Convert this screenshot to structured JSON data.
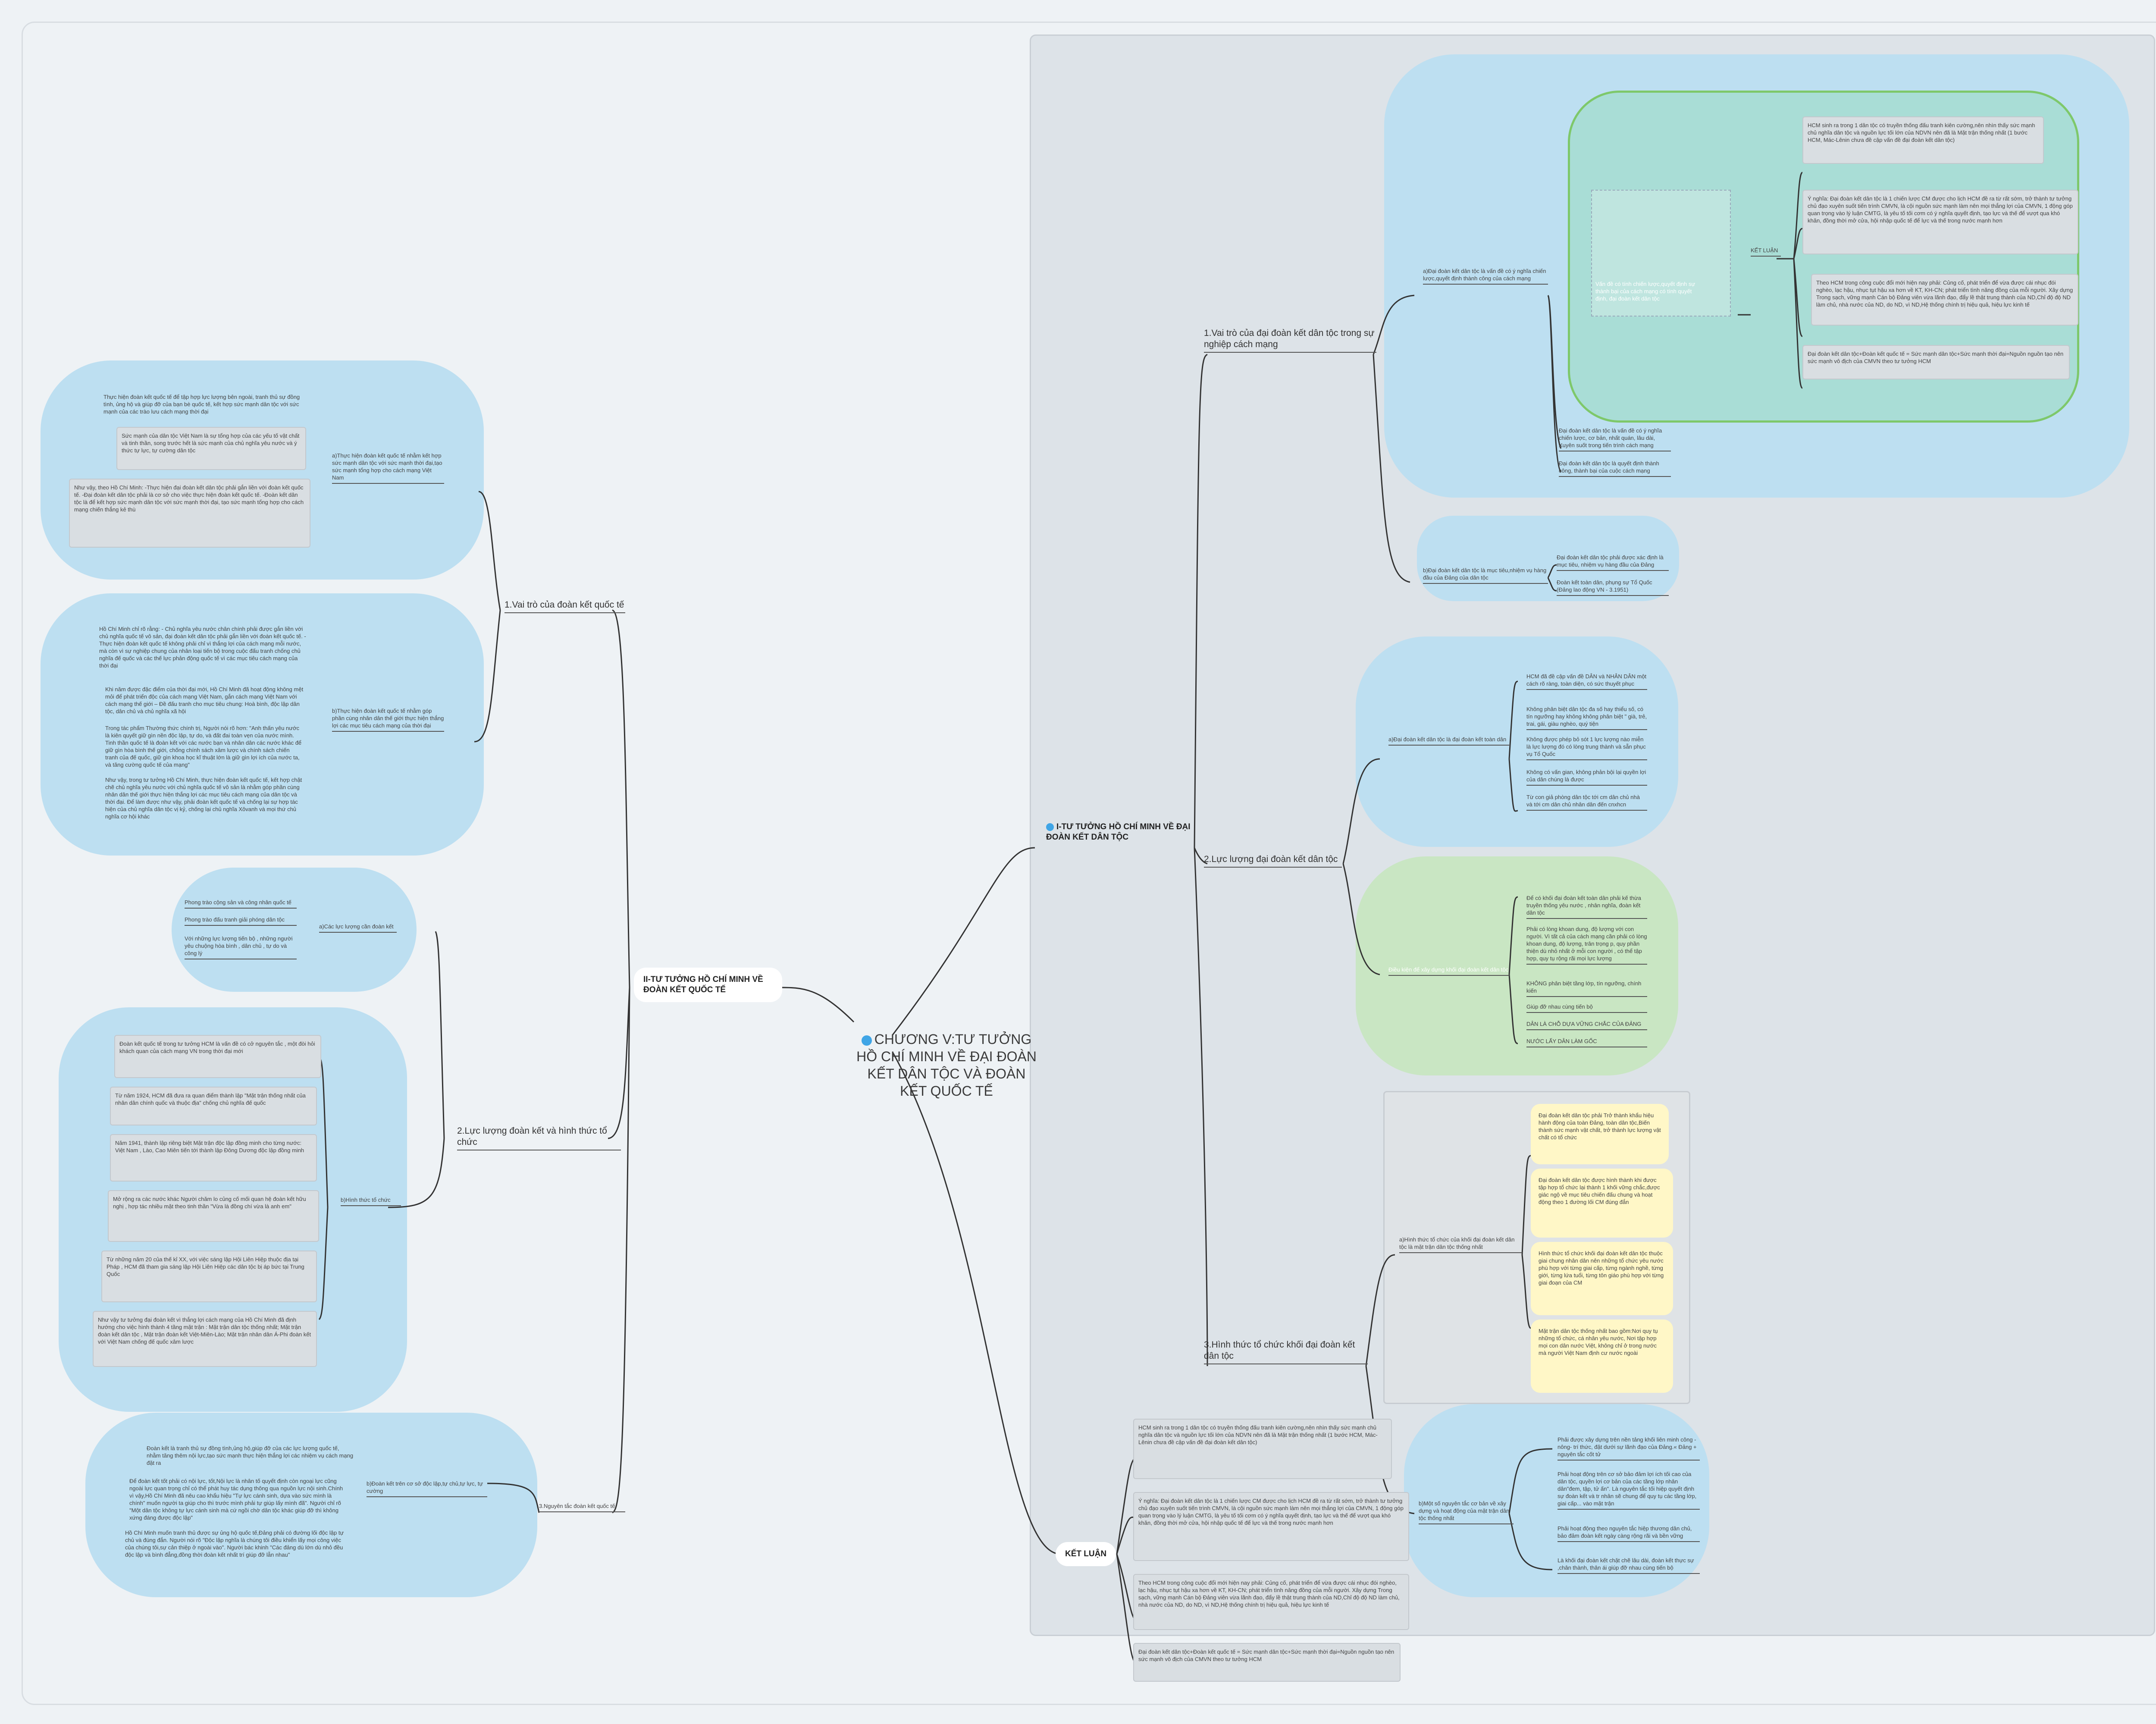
{
  "root": {
    "title": "CHƯƠNG V:TƯ TƯỞNG HỒ CHÍ MINH VỀ ĐẠI ĐOÀN KẾT DÂN TỘC VÀ ĐOÀN KẾT QUỐC TẾ"
  },
  "sec1": {
    "title": "I-TƯ TƯỞNG HỒ CHÍ MINH VỀ ĐẠI ĐOÀN KẾT DÂN TỘC",
    "b1": {
      "label": "1.Vai trò của đại đoàn kết dân tộc trong sự nghiệp cách mạng",
      "a": "a)Đại đoàn kết dân tộc là vấn đề có ý nghĩa chiến lược,quyết định thành công của cách mạng",
      "img": "Vấn đề có tính chiến lược,quyết định sự thành bại của cách mạng có tính quyết định, đại đoàn kết dân tộc",
      "ketluan": "KẾT LUẬN",
      "k1": "HCM sinh ra trong 1 dân tộc có truyền thống đấu tranh kiên cường,nên nhìn thấy sức mạnh chủ nghĩa dân tộc và nguồn lực tối lớn của NDVN nên đã là Mặt trận thống nhất (1 bước HCM, Mác-Lênin chưa đề cập vấn đề đại đoàn kết dân tộc)",
      "k2": "Ý nghĩa: Đại đoàn kết dân tộc là 1 chiến lược CM được cho lịch HCM đề ra từ rất sớm, trở thành tư tưởng chủ đạo xuyên suốt tiến trình CMVN, là cội nguồn sức mạnh làm nên mọi thắng lợi của CMVN, 1 động góp quan trọng vào lý luận CMTG, là yêu tố tối cơm có ý nghĩa quyết định, tạo lực và thế để vượt qua khó khăn, đồng thời mở cửa, hội nhập quốc tế để lực và thế trong nước mạnh hơn",
      "k3": "Theo HCM trong công cuộc đổi mới hiện nay phải: Củng cố, phát triển để vừa được cái nhục đói nghèo, lạc hậu, nhục tụt hậu xa hơn về KT, KH-CN; phát triển tình năng đồng của mỗi người. Xây dựng Trong sạch, vững mạnh Cán bộ Đảng viên vừa lãnh đạo, đẩy lề thật trung thành của ND,Chỉ độ độ ND làm chủ, nhà nước của ND, do ND, vì ND,Hệ thống chính trị hiệu quả, hiệu lực kinh tế",
      "k4": "Đại đoàn kết dân tộc+Đoàn kết quốc tế = Sức mạnh dân tộc+Sức mạnh thời đại=Nguồn nguồn tạo nên sức mạnh vô địch của CMVN theo tư tưởng HCM",
      "s1": "Đại đoàn kết dân tộc là vấn đề có ý nghĩa chiến lược, cơ bản, nhất quán, lâu dài, Xuyên suốt trong tiến trình cách mạng",
      "s2": "Đại đoàn kết dân tộc là quyết định thành công, thành bại của cuộc cách mạng",
      "b": "b)Đại đoàn kết dân tộc là mục tiêu,nhiệm vụ hàng đầu của Đảng của dân tộc",
      "b1": "Đại đoàn kết dân tộc phải được xác định là mục tiêu, nhiệm vụ hàng đầu của Đảng",
      "b2": "Đoàn kết toàn dân, phụng sự Tổ Quốc (Đảng lao động VN - 3.1951)"
    },
    "b2": {
      "label": "2.Lực lượng đại đoàn kết dân tộc",
      "a": "a)Đại đoàn kết dân tộc là đại đoàn kết toàn dân",
      "a1": "HCM đã đề cập vấn đề DÂN và NHÂN DÂN một cách rõ ràng, toàn diện, có sức thuyết phục",
      "a2": "Không phân biệt dân tộc đa số hay thiểu số, có tín ngưỡng hay không không phân biệt \" già, trẻ, trai, gái, giàu nghèo, quý tiện",
      "a3": "Không được phép bỏ sót 1 lực lượng nào miễn là lực lượng đó có lòng trung thành và sẵn phục vụ Tổ Quốc",
      "a4": "Không có vấn gian, không phản bội lại quyền lợi của dân chúng là được",
      "a5": "Từ con giả phòng dân tộc tới cm dân chủ nhà và tới cm dân chủ nhân dân đến cnxhcn",
      "c": "Điều kiện để xây dựng khối đại đoàn kết dân tộc",
      "c1": "Để có khối đại đoàn kết toàn dân phải kế thừa truyền thống yêu nước , nhân nghĩa, đoàn kết dân tộc",
      "c2": "Phải có lòng khoan dung, độ lượng với con người. Vì tất cả của cách mạng cần phải có lòng khoan dung, độ lượng, trân trọng p, quy phần thiện dù nhỏ nhất ở mỗi con người , có thể tập hợp, quy tụ rộng rãi mọi lực lượng",
      "c3": "KHÔNG phân biệt tầng lớp, tín ngưỡng, chính kiến",
      "c4": "Giúp đỡ nhau cùng tiến bộ",
      "c5": "DÂN LÀ CHỖ DỰA VỮNG CHẮC CỦA ĐẢNG",
      "c6": "NƯỚC LẤY DÂN LÀM GỐC"
    },
    "b3": {
      "label": "3.Hình thức tổ chức khối đại đoàn kết dân tộc",
      "a": "a)Hình thức tổ chức của khối đại đoàn kết dân tộc là mặt trận dân tộc thống nhất",
      "y1": "Đại đoàn kết dân tộc phải Trở thành khẩu hiệu hành động của toàn Đảng, toàn dân tộc,Biến thành sức mạnh vật chất, trở thành lực lượng vật chất có tổ chức",
      "y2": "Đại đoàn kết dân tộc được hình thành khi được tập hợp tổ chức lại thành 1 khối vững chắc,được giác ngộ về mục tiêu chiến đấu chung và hoạt động theo 1 đường lối CM đúng đắn",
      "y3": "Hình thức tổ chức khối đại đoàn kết dân tộc thuộc giai chung nhân dân nên những tổ chức yêu nước phù hợp với từng giai cấp, từng ngành nghề, từng giới, từng lứa tuổi, từng tôn giáo phù hợp với từng giai đoạn của CM",
      "y4": "Mặt trận dân tộc thống nhất bao gồm:Nơi quy tụ những tổ chức, cá nhân yêu nước, Nơi tập hợp mọi con dân nước Việt, không chỉ ở trong nước mà người Việt Nam định cư nước ngoài",
      "b": "b)Một số nguyên tắc cơ bản về xây dựng và hoạt động của mặt trận dân tộc thống nhất",
      "b1": "Phải được xây dựng trên nền tảng khối liên minh công -nông- trí thức, đặt dưới sự lãnh đạo của Đảng.« Đảng + nguyên tắc cốt tử",
      "b2": "Phải hoạt động trên cơ sở bảo đảm lợi ích tối cao của dân tộc, quyền lợi cơ bản của các tầng lớp nhân dân\"đem, tập, tử ấn\". Là nguyên tắc tối hiệp quyết định sự đoàn kết và tr nhân sẽ chung để quy tụ các tầng lớp, giai cấp... vào mặt trận",
      "b3": "Phải hoạt động theo nguyên tắc hiệp thương dân chủ, bảo đảm đoàn kết ngày càng rộng rãi và bền vững",
      "b4": "Là khối đại đoàn kết chặt chẽ lâu dài, đoàn kết thực sự ,chân thành, thân ái giúp đỡ nhau cùng tiến bộ"
    }
  },
  "ketluan": {
    "title": "KẾT LUẬN",
    "k1": "HCM sinh ra trong 1 dân tộc có truyền thống đấu tranh kiên cường,nên nhìn thấy sức mạnh chủ nghĩa dân tộc và nguồn lực tối lớn của NDVN nên đã là Mặt trận thống nhất (1 bước HCM, Mác-Lênin chưa đề cập vấn đề đại đoàn kết dân tộc)",
    "k2": "Ý nghĩa: Đại đoàn kết dân tộc là 1 chiến lược CM được cho lịch HCM đề ra từ rất sớm, trở thành tư tưởng chủ đạo xuyên suốt tiến trình CMVN, là cội nguồn sức mạnh làm nên mọi thắng lợi của CMVN, 1 động góp quan trọng vào lý luận CMTG, là yêu tố tối cơm có ý nghĩa quyết định, tạo lực và thế để vượt qua khó khăn, đồng thời mở cửa, hội nhập quốc tế để lực và thế trong nước mạnh hơn",
    "k3": "Theo HCM trong công cuộc đổi mới hiện nay phải: Củng cố, phát triển để vừa được cái nhục đói nghèo, lạc hậu, nhục tụt hậu xa hơn về KT, KH-CN; phát triển tình năng đồng của mỗi người. Xây dựng Trong sạch, vững mạnh Cán bộ Đảng viên vừa lãnh đạo, đẩy lề thật trung thành của ND,Chỉ độ độ ND làm chủ, nhà nước của ND, do ND, vì ND,Hệ thống chính trị hiệu quả, hiệu lực kinh tế",
    "k4": "Đại đoàn kết dân tộc+Đoàn kết quốc tế = Sức mạnh dân tộc+Sức mạnh thời đại=Nguồn nguồn tạo nên sức mạnh vô địch của CMVN theo tư tưởng HCM"
  },
  "sec2": {
    "title": "II-TƯ TƯỞNG HỒ CHÍ MINH VỀ ĐOÀN KẾT QUỐC TẾ",
    "b1": {
      "label": "1.Vai trò của đoàn kết quốc tế",
      "a": "a)Thực hiện đoàn kết quốc tế nhằm kết hợp sức mạnh dân tộc với sức mạnh thời đại,tạo sức mạnh tổng hợp cho cách mạng Việt Nam",
      "a1": "Thực hiện đoàn kết quốc tế để tập hợp lực lượng bên ngoài, tranh thủ sự đồng tình, ủng hộ và giúp đỡ của bạn bè quốc tế, kết hợp sức mạnh dân tộc với sức mạnh của các trào lưu cách mạng thời đại",
      "a2": "Sức mạnh của dân tộc Việt Nam là sự tổng hợp của các yếu tố vật chất và tinh thần, song trước hết là sức mạnh của chủ nghĩa yêu nước và ý thức tự lực, tự cường dân tộc",
      "a3": "Như vậy, theo Hồ Chí Minh: -Thực hiện đại đoàn kết dân tộc phải gắn liền với đoàn kết quốc tế. -Đại đoàn kết dân tộc phải là cơ sở cho việc thực hiện đoàn kết quốc tế. -Đoàn kết dân tộc là để kết hợp sức mạnh dân tộc với sức mạnh thời đại, tạo sức mạnh tổng hợp cho cách mạng chiến thắng kẻ thù",
      "b": "b)Thực hiện đoàn kết quốc tế nhằm góp phần cùng nhân dân thế giới thực hiện thắng lợi các mục tiêu cách mạng của thời đại",
      "b1": "Hồ Chí Minh chỉ rõ rằng: - Chủ nghĩa yêu nước chân chính phải được gắn liền với chủ nghĩa quốc tế vô sản, đại đoàn kết dân tộc phải gắn liền với đoàn kết quốc tế. - Thực hiện đoàn kết quốc tế không phải chỉ vì thắng lợi của cách mạng mỗi nước, mà còn vì sự nghiệp chung của nhân loại tiến bộ trong cuộc đấu tranh chống chủ nghĩa đế quốc và các thế lực phản động quốc tế vì các mục tiêu cách mạng của thời đại",
      "b2": "Khi năm được đặc điểm của thời đại mới, Hồ Chí Minh đã hoạt động không mệt mỏi để phát triển độc của cách mạng Việt Nam, gắn cách mạng Việt Nam với cách mạng thế giới – Đề đấu tranh cho mục tiêu chung: Hoà bình, độc lập dân tộc, dân chủ và chủ nghĩa xã hội",
      "b3": "Trong tác phẩm Thường thức chính trị, Người nói rõ hơn: \"Anh thấn yêu nước là kiên quyết giữ gìn nền độc lập, tự do, và đất đai toàn vẹn của nước mình. Tinh thần quốc tế là đoàn kết với các nước bạn và nhân dân các nước khác để giữ gìn hòa bình thế giới, chống chính sách xâm lược và chính sách chiến tranh của đế quốc, giữ gìn khoa học kĩ thuật lớn là giữ gìn lợi ích của nước ta, và tăng cường quốc tế của mạng\"",
      "b4": "Như vậy, trong tư tưởng Hồ Chí Minh, thực hiện đoàn kết quốc tế, kết hợp chặt chẽ chủ nghĩa yêu nước với chủ nghĩa quốc tế vô sản là nhằm góp phần cùng nhân dân thế giới thực hiện thắng lợi các mục tiêu cách mạng của dân tộc và thời đại. Để làm được như vậy, phải đoàn kết quốc tế và chống lại sự hợp tác hiện của chủ nghĩa dân tộc vị kỷ, chống lại chủ nghĩa Xôvanh và mọi thứ chủ nghĩa cơ hội khác"
    },
    "b2": {
      "label": "2.Lực lượng đoàn kết và hình thức tổ chức",
      "a": "a)Các lực lượng cần đoàn kết",
      "a1": "Phong trào cộng sản và công nhân quốc tế",
      "a2": "Phong trào đấu tranh giải phóng dân tộc",
      "a3": "Với những lực lượng tiến bộ , những người yêu chuộng hòa bình , dân chủ , tự do và công lý",
      "b": "b)Hình thức tổ chức",
      "b1": "Đoàn kết quốc tế trong tư tưởng HCM là vấn đề có cở nguyên tắc , một đòi hỏi khách quan của cách mạng VN trong thời đại mới",
      "b2": "Từ năm 1924, HCM đã đưa ra quan điểm thành lập \"Mặt trận thống nhất của nhân dân chính quốc và thuộc địa\" chống chủ nghĩa đế quốc",
      "b3": "Năm 1941, thành lập riêng biệt Mặt trận độc lập đồng minh cho từng nước: Việt Nam , Lào, Cao Miên tiến tới thành lập Đông Dương độc lập đồng minh",
      "b4": "Mở rộng ra các nước khác Người chăm lo củng cố mối quan hệ đoàn kết hữu nghị , hợp tác nhiều mặt theo tinh thần \"Vừa là đồng chí vừa là anh em\"",
      "b5": "Từ những năm 20 của thế kỉ XX, với việc sáng lập Hội Liên Hiệp thuộc địa tại Pháp , HCM đã tham gia sáng lập Hội Liên Hiệp các dân tộc bị áp bức tại Trung Quốc",
      "b6": "Như vậy tư tưởng đại đoàn kết vì thắng lợi cách mạng của Hồ Chí Minh đã định hướng cho việc hình thành 4 tầng mặt trận : Mặt trận dân tộc thống nhất; Mặt trận đoàn kết dân tộc , Mặt trận đoàn kết Việt-Miên-Lào; Mặt trận nhân dân Á-Phi đoàn kết với Việt Nam chống đế quốc xâm lược"
    },
    "b3": {
      "label": "3.Nguyên tắc đoàn kết quốc tế",
      "a": "b)Đoàn kết trên cơ sở độc lập,tự chủ,tự lực, tự cường",
      "a1": "Đoàn kết là tranh thủ sự đồng tình,ủng hộ,giúp đỡ của các lực lượng quốc tế, nhằm tăng thêm nội lực,tạo sức mạnh thực hiện thắng lợi các nhiệm vụ cách mạng đặt ra",
      "a2": "Để đoàn kết tốt phải có nội lực, tốt,Nội lực là nhân tố quyết định còn ngoại lực cũng ngoài lực quan trọng chỉ có thể phát huy tác dụng thông qua nguồn lực nội sinh.Chính vì vậy,Hồ Chí Minh đã nêu cao khẩu hiệu \"Tự lực cánh sinh, dựa vào sức mình là chính\" muốn người ta giúp cho thì trước mình phải tự giúp lấy mình đã\". Người chỉ rõ \"Một dân tộc không tự lực cánh sinh mà cứ ngồi chờ dân tộc khác giúp đỡ thì không xứng đáng được độc lập\"",
      "a3": "Hồ Chí Minh muốn tranh thủ được sự ủng hộ quốc tế,Đảng phải có đường lối độc lập tự chủ và đúng đắn. Người nói rõ \"Độc lập nghĩa là chúng tôi điều khiển lấy mọi công việc của chúng tôi,sự cản thiệp ở ngoài vào\". Người bác khinh \"Các đảng dù lớn dù nhỏ đều độc lập và bình đẳng,đồng thời đoàn kết nhất trí giúp đỡ lẫn nhau\""
    }
  }
}
